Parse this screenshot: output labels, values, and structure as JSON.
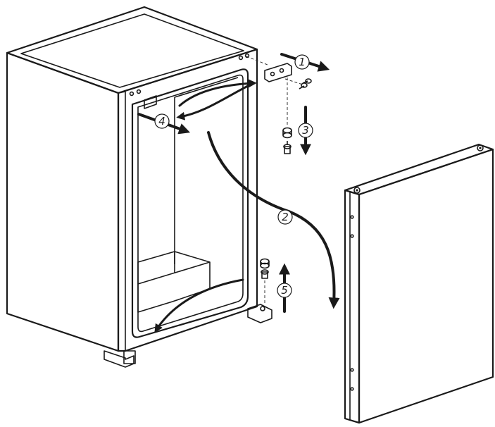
{
  "steps": [
    {
      "number": "1"
    },
    {
      "number": "2"
    },
    {
      "number": "3"
    },
    {
      "number": "4"
    },
    {
      "number": "5"
    }
  ],
  "colors": {
    "line": "#1a1a1a",
    "background": "#ffffff",
    "arrow": "#1a1a1a"
  }
}
